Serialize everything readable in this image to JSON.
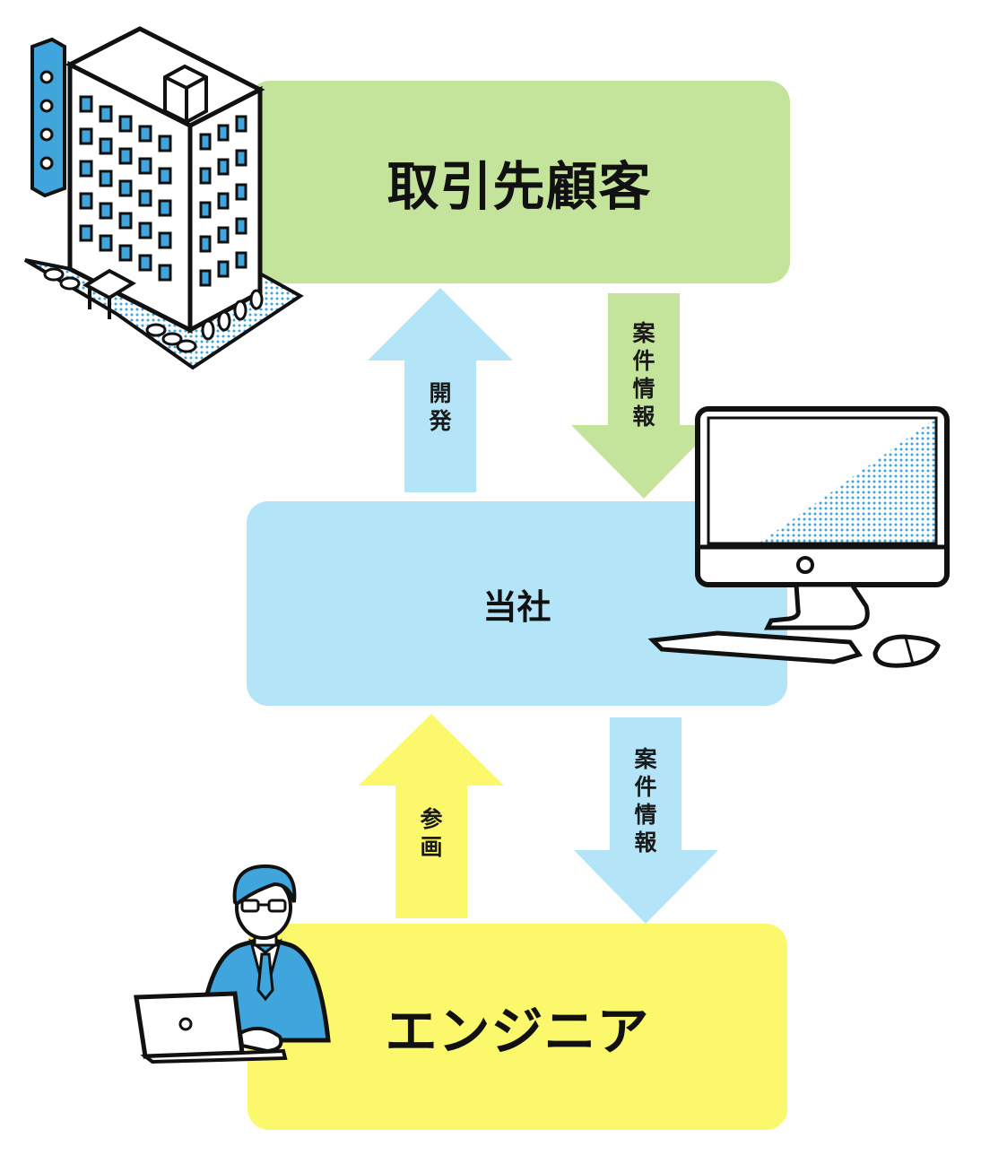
{
  "nodes": {
    "client": {
      "label": "取引先顧客"
    },
    "company": {
      "label": "当社"
    },
    "engineer": {
      "label": "エンジニア"
    }
  },
  "edges": {
    "develop": {
      "label": "開発"
    },
    "case_info_top": {
      "label": "案件情報"
    },
    "join": {
      "label": "参画"
    },
    "case_info_bottom": {
      "label": "案件情報"
    }
  },
  "colors": {
    "client": "#c4e39b",
    "company": "#b3e4f7",
    "engineer": "#fbf86b",
    "develop_arrow": "#b3e4f7",
    "case_info_top_arrow": "#c4e39b",
    "join_arrow": "#fbf86b",
    "case_info_bottom_arrow": "#b3e4f7",
    "icon_blue": "#3fa5dc",
    "outline": "#111111"
  },
  "icons": {
    "building": "office-building-icon",
    "computer": "desktop-computer-icon",
    "engineer": "engineer-laptop-icon"
  }
}
